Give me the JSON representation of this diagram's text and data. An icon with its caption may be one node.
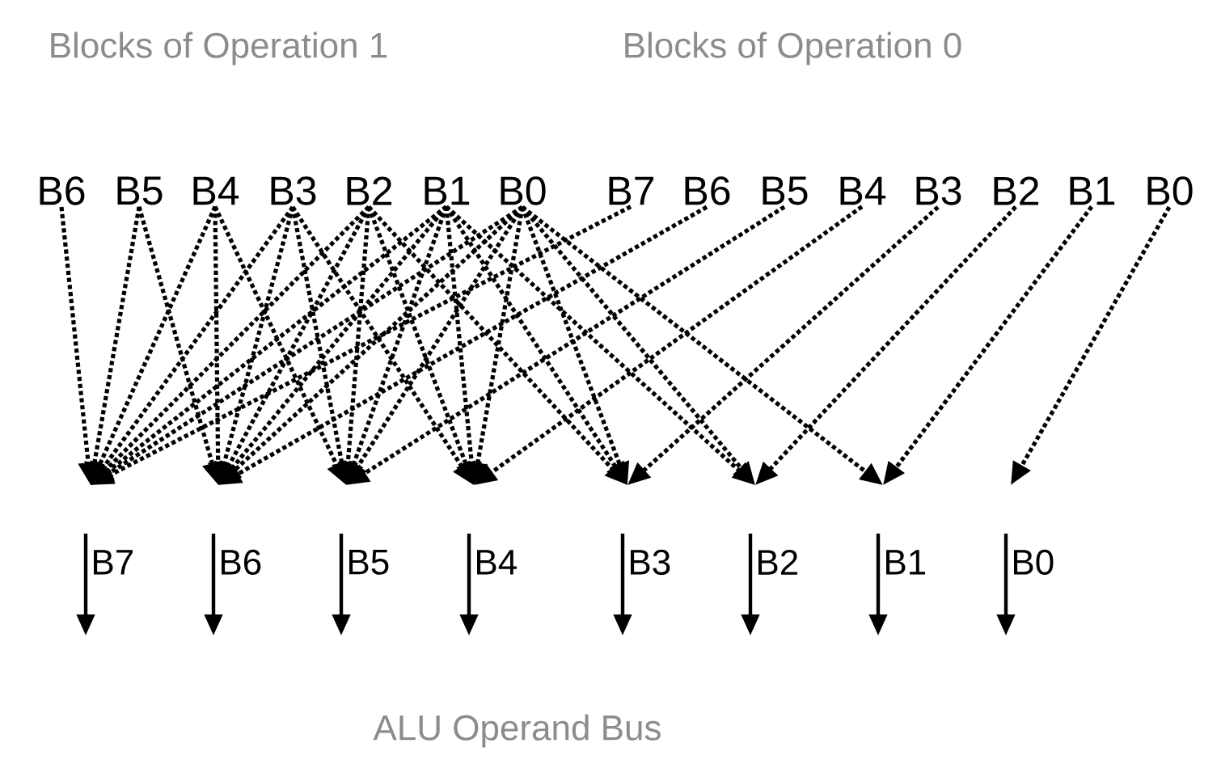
{
  "diagram": {
    "nodes": [
      {
        "text": [
          "B6"
        ]
      },
      {
        "text": [
          "B5"
        ]
      },
      {
        "text": [
          "B4"
        ]
      },
      {
        "text": [
          "B3"
        ]
      },
      {
        "text": [
          "B2"
        ]
      },
      {
        "text": [
          "B1"
        ]
      },
      {
        "text": [
          "B0"
        ]
      },
      {
        "text": [
          "B7"
        ]
      },
      {
        "text": [
          "B6"
        ]
      },
      {
        "text": [
          "B5"
        ]
      },
      {
        "text": [
          "B4"
        ]
      },
      {
        "text": [
          "B3"
        ]
      },
      {
        "text": [
          "B2"
        ]
      },
      {
        "text": [
          "B1"
        ]
      },
      {
        "text": [
          "B0"
        ]
      },
      {
        "text": [
          "B7"
        ]
      },
      {
        "text": [
          "B6"
        ]
      },
      {
        "text": [
          "B5"
        ]
      },
      {
        "text": [
          "B4"
        ]
      },
      {
        "text": [
          "B3"
        ]
      },
      {
        "text": [
          "B2"
        ]
      },
      {
        "text": [
          "B1"
        ]
      },
      {
        "text": [
          "B0"
        ]
      }
    ],
    "edges": [
      {
        "from": 0,
        "to": 15,
        "arrow": "to"
      },
      {
        "from": 1,
        "to": 15,
        "arrow": "to"
      },
      {
        "from": 1,
        "to": 16,
        "arrow": "to"
      },
      {
        "from": 2,
        "to": 15,
        "arrow": "to"
      },
      {
        "from": 2,
        "to": 16,
        "arrow": "to"
      },
      {
        "from": 2,
        "to": 17,
        "arrow": "to"
      },
      {
        "from": 3,
        "to": 15,
        "arrow": "to"
      },
      {
        "from": 3,
        "to": 16,
        "arrow": "to"
      },
      {
        "from": 3,
        "to": 17,
        "arrow": "to"
      },
      {
        "from": 3,
        "to": 18,
        "arrow": "to"
      },
      {
        "from": 4,
        "to": 15,
        "arrow": "to"
      },
      {
        "from": 4,
        "to": 16,
        "arrow": "to"
      },
      {
        "from": 4,
        "to": 17,
        "arrow": "to"
      },
      {
        "from": 4,
        "to": 18,
        "arrow": "to"
      },
      {
        "from": 4,
        "to": 19,
        "arrow": "to"
      },
      {
        "from": 5,
        "to": 15,
        "arrow": "to"
      },
      {
        "from": 5,
        "to": 16,
        "arrow": "to"
      },
      {
        "from": 5,
        "to": 17,
        "arrow": "to"
      },
      {
        "from": 5,
        "to": 18,
        "arrow": "to"
      },
      {
        "from": 5,
        "to": 19,
        "arrow": "to"
      },
      {
        "from": 5,
        "to": 20,
        "arrow": "to"
      },
      {
        "from": 6,
        "to": 15,
        "arrow": "to"
      },
      {
        "from": 6,
        "to": 16,
        "arrow": "to"
      },
      {
        "from": 6,
        "to": 17,
        "arrow": "to"
      },
      {
        "from": 6,
        "to": 18,
        "arrow": "to"
      },
      {
        "from": 6,
        "to": 19,
        "arrow": "to"
      },
      {
        "from": 6,
        "to": 20,
        "arrow": "to"
      },
      {
        "from": 6,
        "to": 21,
        "arrow": "to"
      },
      {
        "from": 7,
        "to": 15,
        "arrow": "to"
      },
      {
        "from": 8,
        "to": 16,
        "arrow": "to"
      },
      {
        "from": 9,
        "to": 17,
        "arrow": "to"
      },
      {
        "from": 10,
        "to": 18,
        "arrow": "to"
      },
      {
        "from": 11,
        "to": 19,
        "arrow": "to"
      },
      {
        "from": 12,
        "to": 20,
        "arrow": "to"
      },
      {
        "from": 13,
        "to": 21,
        "arrow": "to"
      },
      {
        "from": 14,
        "to": 22,
        "arrow": "to"
      }
    ],
    "labels": [
      "Blocks of Operation 1",
      "Blocks of Operation 0",
      "ALU Operand Bus"
    ]
  }
}
